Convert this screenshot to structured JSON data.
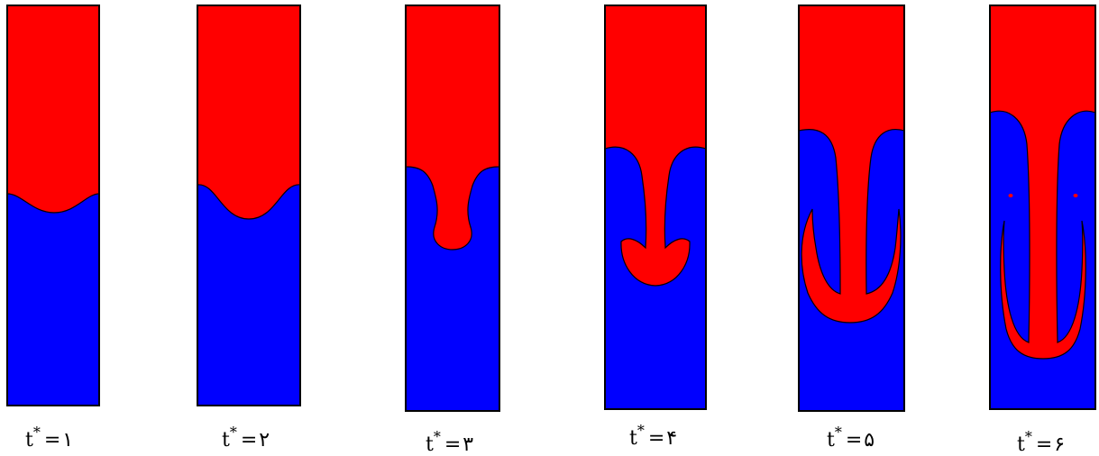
{
  "figure": {
    "colors": {
      "heavy_fluid": "#ff0000",
      "light_fluid": "#0000ff",
      "outline": "#000000",
      "background": "#ffffff"
    },
    "panels": [
      {
        "var": "t",
        "sup": "*",
        "eq": "=",
        "value": "۱"
      },
      {
        "var": "t",
        "sup": "*",
        "eq": "=",
        "value": "۲"
      },
      {
        "var": "t",
        "sup": "*",
        "eq": "=",
        "value": "۳"
      },
      {
        "var": "t",
        "sup": "*",
        "eq": "=",
        "value": "۴"
      },
      {
        "var": "t",
        "sup": "*",
        "eq": "=",
        "value": "۵"
      },
      {
        "var": "t",
        "sup": "*",
        "eq": "=",
        "value": "۶"
      }
    ]
  }
}
